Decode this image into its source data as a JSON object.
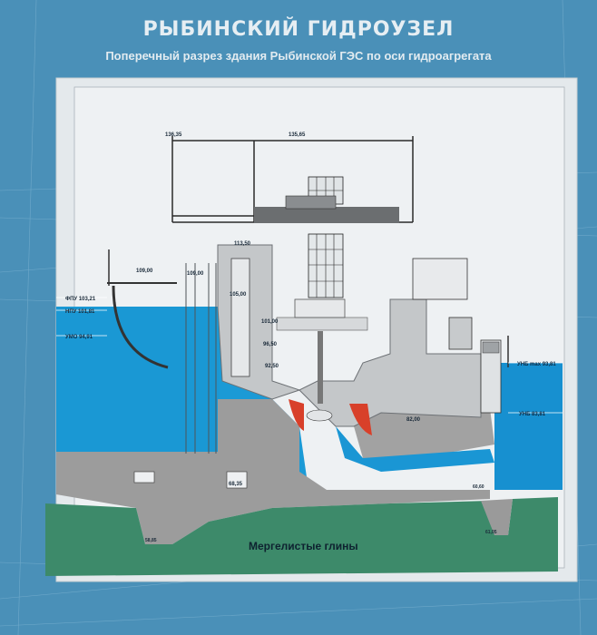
{
  "header": {
    "title": "РЫБИНСКИЙ ГИДРОУЗЕЛ",
    "subtitle": "Поперечный разрез здания Рыбинской ГЭС по оси гидроагрегата"
  },
  "levels": {
    "fpu": "ФПУ 103,21",
    "npu": "НПУ 101,81",
    "umo": "УМО 94,91",
    "unb_max": "УНБ max 93,81",
    "unb": "УНБ 83,81"
  },
  "elevations": {
    "e136_35": "136,35",
    "e135_65": "135,65",
    "e113_50": "113,50",
    "e109_00_left": "109,00",
    "e109_00_right": "109,00",
    "e105_00": "105,00",
    "e101_00": "101,00",
    "e96_50": "96,50",
    "e92_50": "92,50",
    "e82_00": "82,00",
    "e68_35": "68,35",
    "e60_60": "60,60",
    "e58_85": "58,85",
    "e61_05": "61,05"
  },
  "soil": {
    "label": "Мергелистые глины"
  },
  "colors": {
    "frame": "#dde3e6",
    "water": "#1b9ad6",
    "water_dark": "#1088c8",
    "concrete": "#9a9a9a",
    "soil": "#3d8a6a",
    "turbine_red": "#d8402a"
  }
}
